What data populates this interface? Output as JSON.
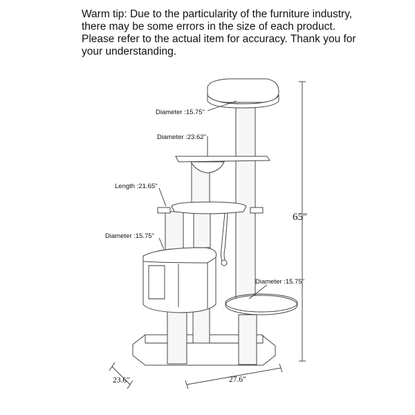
{
  "warm_tip": {
    "lines": [
      "Warm tip: Due to the particularity of the furniture industry,",
      "there may be some errors in the size of each product.",
      "Please refer to the actual item for accuracy. Thank you for",
      "your understanding."
    ]
  },
  "labels": {
    "top_platform": "Diameter :15.75\"",
    "upper_platform": "Diameter :23.62\"",
    "middle_platform": "Length :21.65\"",
    "condo": "Diameter :15.75\"",
    "side_platform": "Diameter :15.75\""
  },
  "dimensions": {
    "height": "65″",
    "depth": "23.6″",
    "width": "27.6″"
  }
}
